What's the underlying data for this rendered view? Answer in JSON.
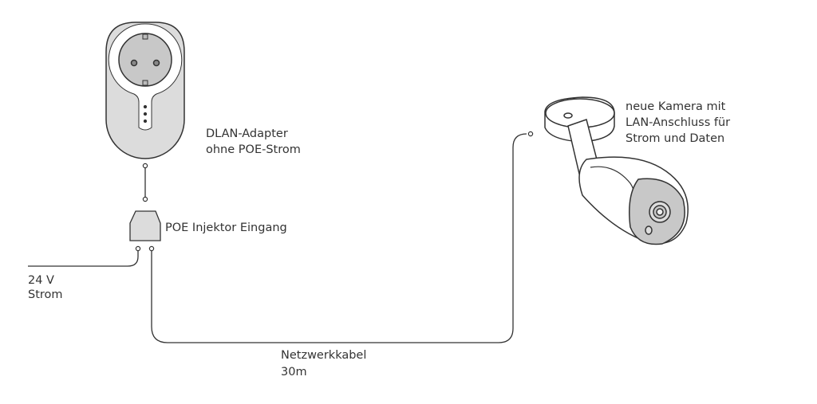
{
  "labels": {
    "dlan_adapter": [
      "DLAN-Adapter",
      "ohne POE-Strom"
    ],
    "poe_injector": "POE Injektor Eingang",
    "power": [
      "24 V",
      "Strom"
    ],
    "cable": [
      "Netzwerkkabel",
      "30m"
    ],
    "camera": [
      "neue Kamera mit",
      "LAN-Anschluss für",
      "Strom und Daten"
    ]
  },
  "colors": {
    "line": "#333333",
    "device_fill": "#dcdcdc",
    "ring_fill": "#ffffff",
    "socket_fill": "#c8c8c8"
  }
}
